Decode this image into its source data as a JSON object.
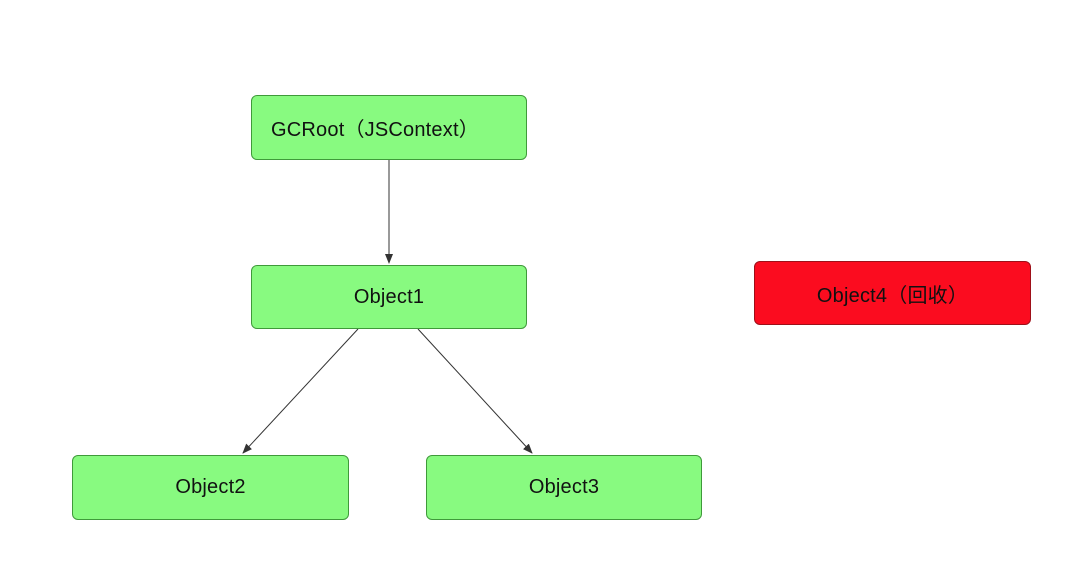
{
  "diagram": {
    "nodes": [
      {
        "id": "root",
        "label": "GCRoot（JSContext）",
        "status": "live"
      },
      {
        "id": "obj1",
        "label": "Object1",
        "status": "live"
      },
      {
        "id": "obj2",
        "label": "Object2",
        "status": "live"
      },
      {
        "id": "obj3",
        "label": "Object3",
        "status": "live"
      },
      {
        "id": "obj4",
        "label": "Object4（回收）",
        "status": "collected"
      }
    ],
    "edges": [
      {
        "from": "root",
        "to": "obj1"
      },
      {
        "from": "obj1",
        "to": "obj2"
      },
      {
        "from": "obj1",
        "to": "obj3"
      }
    ],
    "colors": {
      "reachable_fill": "#88fa80",
      "collected_fill": "#fb0c1f",
      "edge": "#333333"
    }
  }
}
